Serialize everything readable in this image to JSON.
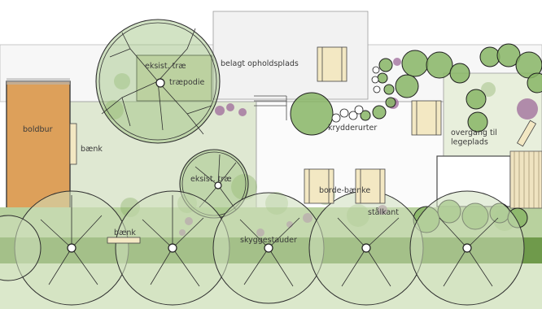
{
  "labels": {
    "existing_tree_top": "eksist. træ",
    "platform": "træpodie",
    "paved_area": "belagt opholdsplads",
    "cage": "boldbur",
    "bench_left": "bænk",
    "herbs": "krydderurter",
    "playground_transition": "overgang til\nlegeplads",
    "existing_tree_mid": "eksist. træ",
    "tables": "borde-bænke",
    "steel_edge": "stålkant",
    "bench_bottom": "bænk",
    "shade_perennials": "skyggestauder"
  },
  "colors": {
    "cage": "#dda05a",
    "lawn": "#dfe8d2",
    "hedge": "#6f9a4b",
    "hedge_light": "#b8d19e",
    "paving": "#f6f6f6",
    "platform": "#d8dfbe",
    "tree_canopy": "#9cc07c",
    "shrub": "#87b565",
    "perennial_purple": "#9e6a9a",
    "bench": "#f3e8c3"
  },
  "icons": [
    "tree-canopy-icon",
    "shrub-icon",
    "bench-icon",
    "table-bench-icon",
    "sandbox-icon"
  ]
}
